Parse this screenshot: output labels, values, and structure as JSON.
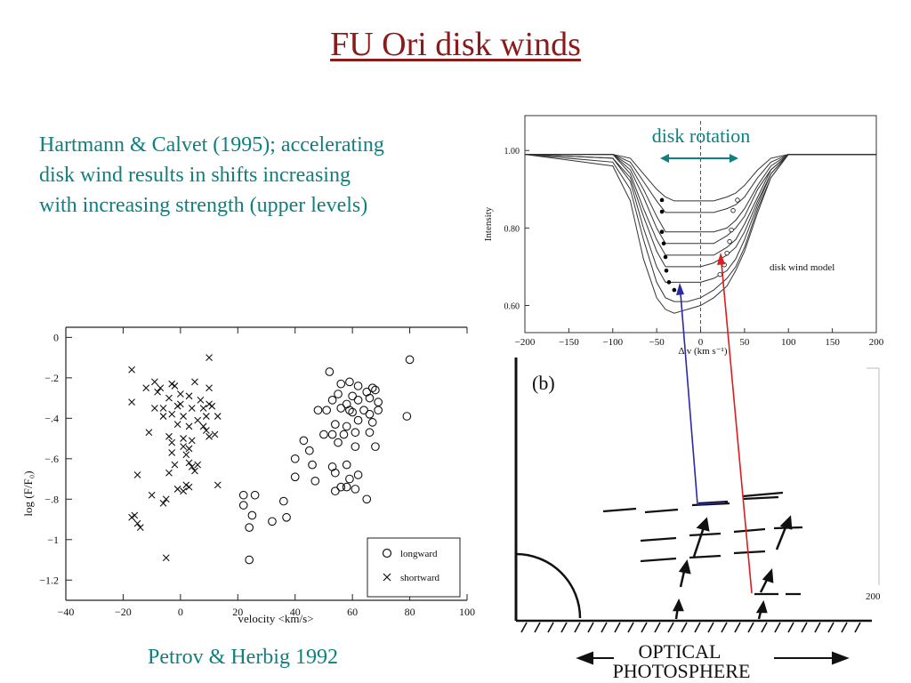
{
  "slide": {
    "title": "FU Ori disk winds",
    "body_lines": [
      "Hartmann & Calvet (1995); accelerating",
      "disk wind results in shifts increasing",
      "with increasing strength (upper levels)"
    ],
    "caption": "Petrov & Herbig 1992"
  },
  "colors": {
    "title": "#8b1a1a",
    "text": "#0f7f7f",
    "arrow_red": "#d81e1e",
    "arrow_blue": "#2a2aa8"
  },
  "chart_data": [
    {
      "type": "scatter",
      "x_ticks": [
        -40,
        -20,
        0,
        20,
        40,
        60,
        80,
        100
      ],
      "y_ticks": [
        0,
        -0.2,
        -0.4,
        -0.6,
        -0.8,
        -1,
        -1.2
      ],
      "x_tick_labels": [
        "−40",
        "−20",
        "0",
        "20",
        "40",
        "60",
        "80",
        "100"
      ],
      "y_tick_labels": [
        "0",
        "−.2",
        "−.4",
        "−.6",
        "−.8",
        "−1",
        "−1.2"
      ],
      "xlim": [
        -40,
        100
      ],
      "ylim": [
        -1.3,
        0.05
      ],
      "xlabel": "velocity <km/s>",
      "ylabel": "log (F/F₀)",
      "legend": {
        "position": "bottom-right",
        "entries": [
          "longward",
          "shortward"
        ]
      },
      "series": [
        {
          "name": "longward",
          "marker": "circle",
          "points": [
            [
              80,
              -0.11
            ],
            [
              52,
              -0.17
            ],
            [
              56,
              -0.23
            ],
            [
              59,
              -0.22
            ],
            [
              62,
              -0.24
            ],
            [
              67,
              -0.25
            ],
            [
              55,
              -0.28
            ],
            [
              60,
              -0.29
            ],
            [
              65,
              -0.27
            ],
            [
              68,
              -0.26
            ],
            [
              53,
              -0.31
            ],
            [
              58,
              -0.33
            ],
            [
              62,
              -0.31
            ],
            [
              66,
              -0.3
            ],
            [
              69,
              -0.32
            ],
            [
              51,
              -0.36
            ],
            [
              56,
              -0.35
            ],
            [
              59,
              -0.36
            ],
            [
              64,
              -0.36
            ],
            [
              69,
              -0.36
            ],
            [
              60,
              -0.37
            ],
            [
              66,
              -0.38
            ],
            [
              48,
              -0.36
            ],
            [
              54,
              -0.43
            ],
            [
              58,
              -0.44
            ],
            [
              62,
              -0.41
            ],
            [
              67,
              -0.42
            ],
            [
              79,
              -0.39
            ],
            [
              50,
              -0.48
            ],
            [
              53,
              -0.48
            ],
            [
              57,
              -0.48
            ],
            [
              61,
              -0.47
            ],
            [
              66,
              -0.47
            ],
            [
              43,
              -0.51
            ],
            [
              55,
              -0.52
            ],
            [
              61,
              -0.54
            ],
            [
              68,
              -0.54
            ],
            [
              45,
              -0.56
            ],
            [
              40,
              -0.6
            ],
            [
              46,
              -0.63
            ],
            [
              53,
              -0.64
            ],
            [
              58,
              -0.63
            ],
            [
              54,
              -0.67
            ],
            [
              62,
              -0.68
            ],
            [
              40,
              -0.69
            ],
            [
              47,
              -0.71
            ],
            [
              59,
              -0.7
            ],
            [
              56,
              -0.74
            ],
            [
              58,
              -0.74
            ],
            [
              54,
              -0.76
            ],
            [
              61,
              -0.75
            ],
            [
              65,
              -0.8
            ],
            [
              22,
              -0.78
            ],
            [
              26,
              -0.78
            ],
            [
              22,
              -0.83
            ],
            [
              36,
              -0.81
            ],
            [
              25,
              -0.88
            ],
            [
              24,
              -0.94
            ],
            [
              32,
              -0.91
            ],
            [
              37,
              -0.89
            ],
            [
              24,
              -1.1
            ]
          ]
        },
        {
          "name": "shortward",
          "marker": "x",
          "points": [
            [
              -17,
              -0.16
            ],
            [
              10,
              -0.1
            ],
            [
              -12,
              -0.25
            ],
            [
              -9,
              -0.22
            ],
            [
              -7,
              -0.25
            ],
            [
              -3,
              -0.23
            ],
            [
              -2,
              -0.24
            ],
            [
              5,
              -0.22
            ],
            [
              10,
              -0.25
            ],
            [
              -8,
              -0.27
            ],
            [
              -4,
              -0.3
            ],
            [
              0,
              -0.28
            ],
            [
              3,
              -0.29
            ],
            [
              7,
              -0.31
            ],
            [
              -17,
              -0.32
            ],
            [
              -9,
              -0.35
            ],
            [
              -6,
              -0.35
            ],
            [
              -1,
              -0.34
            ],
            [
              0,
              -0.33
            ],
            [
              4,
              -0.35
            ],
            [
              8,
              -0.35
            ],
            [
              10,
              -0.33
            ],
            [
              11,
              -0.34
            ],
            [
              -6,
              -0.39
            ],
            [
              -3,
              -0.38
            ],
            [
              1,
              -0.39
            ],
            [
              6,
              -0.41
            ],
            [
              9,
              -0.39
            ],
            [
              13,
              -0.39
            ],
            [
              -1,
              -0.43
            ],
            [
              3,
              -0.44
            ],
            [
              8,
              -0.44
            ],
            [
              9,
              -0.46
            ],
            [
              -11,
              -0.47
            ],
            [
              -4,
              -0.49
            ],
            [
              1,
              -0.5
            ],
            [
              4,
              -0.51
            ],
            [
              10,
              -0.49
            ],
            [
              12,
              -0.48
            ],
            [
              -3,
              -0.52
            ],
            [
              1,
              -0.54
            ],
            [
              3,
              -0.55
            ],
            [
              -3,
              -0.57
            ],
            [
              2,
              -0.58
            ],
            [
              -2,
              -0.63
            ],
            [
              3,
              -0.62
            ],
            [
              4,
              -0.64
            ],
            [
              5,
              -0.66
            ],
            [
              6,
              -0.63
            ],
            [
              -4,
              -0.67
            ],
            [
              -15,
              -0.68
            ],
            [
              2,
              -0.73
            ],
            [
              3,
              -0.74
            ],
            [
              1,
              -0.76
            ],
            [
              -1,
              -0.75
            ],
            [
              13,
              -0.73
            ],
            [
              -10,
              -0.78
            ],
            [
              -5,
              -0.8
            ],
            [
              -6,
              -0.82
            ],
            [
              -17,
              -0.89
            ],
            [
              -16,
              -0.88
            ],
            [
              -15,
              -0.92
            ],
            [
              -14,
              -0.94
            ],
            [
              -5,
              -1.09
            ]
          ]
        }
      ]
    },
    {
      "type": "line",
      "x_ticks": [
        -200,
        -150,
        -100,
        -50,
        0,
        50,
        100,
        150,
        200
      ],
      "y_ticks": [
        1.0,
        0.8,
        0.6
      ],
      "x_tick_labels": [
        "−200",
        "−150",
        "−100",
        "−50",
        "0",
        "50",
        "100",
        "150",
        "200"
      ],
      "y_tick_labels": [
        "1.00",
        "0.80",
        "0.60"
      ],
      "xlim": [
        -200,
        200
      ],
      "ylim": [
        0.53,
        1.09
      ],
      "xlabel": "Δ v (km s⁻¹)",
      "ylabel": "Intensity",
      "annotations": [
        "disk wind model",
        "disk rotation"
      ],
      "profile_x": [
        -200,
        -100,
        -80,
        -65,
        -50,
        -40,
        -30,
        -15,
        0,
        15,
        30,
        40,
        50,
        65,
        80,
        100,
        200
      ],
      "series": [
        {
          "values": [
            0.99,
            0.99,
            0.98,
            0.94,
            0.9,
            0.88,
            0.87,
            0.87,
            0.87,
            0.87,
            0.88,
            0.89,
            0.91,
            0.95,
            0.98,
            0.99,
            0.99
          ]
        },
        {
          "values": [
            0.99,
            0.99,
            0.97,
            0.92,
            0.87,
            0.84,
            0.84,
            0.84,
            0.84,
            0.84,
            0.85,
            0.86,
            0.88,
            0.93,
            0.97,
            0.99,
            0.99
          ]
        },
        {
          "values": [
            0.99,
            0.99,
            0.96,
            0.9,
            0.83,
            0.79,
            0.79,
            0.79,
            0.79,
            0.79,
            0.8,
            0.82,
            0.85,
            0.91,
            0.96,
            0.99,
            0.99
          ]
        },
        {
          "values": [
            0.99,
            0.99,
            0.95,
            0.88,
            0.8,
            0.76,
            0.76,
            0.76,
            0.76,
            0.76,
            0.78,
            0.8,
            0.83,
            0.9,
            0.95,
            0.99,
            0.99
          ]
        },
        {
          "values": [
            0.99,
            0.99,
            0.94,
            0.85,
            0.77,
            0.73,
            0.73,
            0.73,
            0.73,
            0.73,
            0.75,
            0.77,
            0.81,
            0.88,
            0.95,
            0.99,
            0.99
          ]
        },
        {
          "values": [
            0.99,
            0.98,
            0.93,
            0.83,
            0.74,
            0.7,
            0.7,
            0.7,
            0.7,
            0.71,
            0.73,
            0.75,
            0.79,
            0.87,
            0.94,
            0.99,
            0.99
          ]
        },
        {
          "values": [
            0.99,
            0.98,
            0.92,
            0.8,
            0.7,
            0.66,
            0.66,
            0.66,
            0.66,
            0.67,
            0.69,
            0.72,
            0.77,
            0.86,
            0.94,
            0.99,
            0.99
          ]
        },
        {
          "values": [
            0.99,
            0.97,
            0.9,
            0.77,
            0.66,
            0.62,
            0.61,
            0.61,
            0.62,
            0.64,
            0.67,
            0.7,
            0.75,
            0.85,
            0.93,
            0.99,
            0.99
          ]
        },
        {
          "values": [
            0.99,
            0.96,
            0.87,
            0.72,
            0.62,
            0.59,
            0.58,
            0.59,
            0.6,
            0.62,
            0.65,
            0.69,
            0.74,
            0.84,
            0.93,
            0.99,
            0.99
          ]
        }
      ],
      "markers_filled": [
        [
          -44,
          0.872
        ],
        [
          -44,
          0.842
        ],
        [
          -44,
          0.79
        ],
        [
          -42,
          0.76
        ],
        [
          -40,
          0.725
        ],
        [
          -39,
          0.69
        ],
        [
          -36,
          0.66
        ],
        [
          -30,
          0.64
        ]
      ],
      "markers_open": [
        [
          42,
          0.872
        ],
        [
          37,
          0.845
        ],
        [
          35,
          0.795
        ],
        [
          33,
          0.765
        ],
        [
          30,
          0.735
        ],
        [
          27,
          0.705
        ],
        [
          22,
          0.68
        ]
      ]
    }
  ],
  "schematic": {
    "panel_label": "(b)",
    "photosphere_lines": [
      "OPTICAL",
      "PHOTOSPHERE"
    ],
    "cropped_tick_label": "200"
  }
}
